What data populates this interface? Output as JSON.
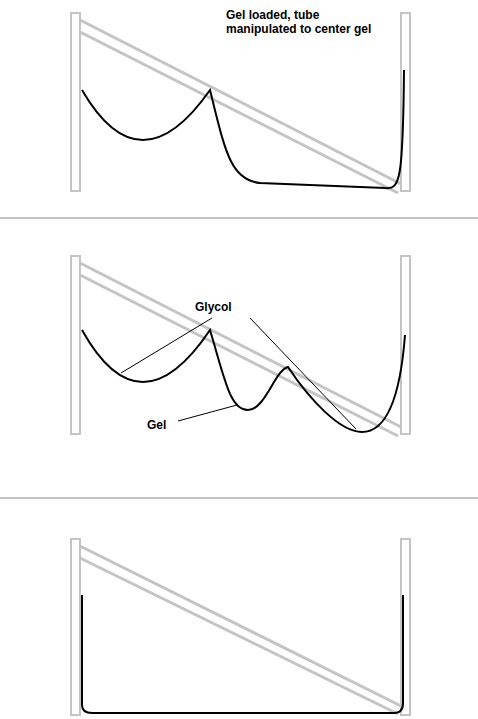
{
  "diagram": {
    "labels": [
      "Gel loaded, tube manipulated to center gel",
      "Glycol",
      "Gel"
    ]
  }
}
